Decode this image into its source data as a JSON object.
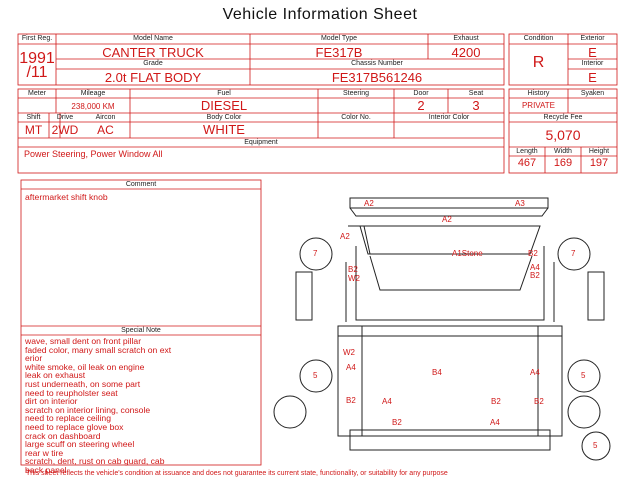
{
  "title": "Vehicle Information Sheet",
  "labels": {
    "first_reg": "First Reg.",
    "model_name": "Model Name",
    "model_type": "Model Type",
    "exhaust": "Exhaust",
    "condition": "Condition",
    "exterior": "Exterior",
    "grade": "Grade",
    "chassis_number": "Chassis Number",
    "interior": "Interior",
    "meter": "Meter",
    "mileage": "Mileage",
    "fuel": "Fuel",
    "steering": "Steering",
    "door": "Door",
    "seat": "Seat",
    "history": "History",
    "syaken": "Syaken",
    "shift": "Shift",
    "drive": "Drive",
    "aircon": "Aircon",
    "body_color": "Body Color",
    "color_no": "Color No.",
    "interior_color": "Interior Color",
    "recycle_fee": "Recycle Fee",
    "equipment": "Equipment",
    "length": "Length",
    "width": "Width",
    "height": "Height",
    "comment": "Comment",
    "special_note": "Special Note"
  },
  "vehicle": {
    "first_reg_line1": "1991",
    "first_reg_line2": "/11",
    "model_name": "CANTER TRUCK",
    "model_type": "FE317B",
    "exhaust": "4200",
    "condition": "R",
    "exterior": "E",
    "grade": "2.0t FLAT BODY",
    "chassis_number": "FE317B561246",
    "interior": "E",
    "meter": "",
    "mileage": "238,000 KM",
    "fuel": "DIESEL",
    "steering": "",
    "door": "2",
    "seat": "3",
    "history": "PRIVATE",
    "syaken": "",
    "shift": "MT",
    "drive": "2WD",
    "aircon": "AC",
    "body_color": "WHITE",
    "color_no": "",
    "interior_color": "",
    "recycle_fee": "5,070",
    "equipment": "Power Steering, Power Window  All",
    "length": "467",
    "width": "169",
    "height": "197"
  },
  "comment": "aftermarket shift knob",
  "special_notes": [
    "wave, small dent on front pillar",
    "faded color, many small scratch on ext",
    "erior",
    "white smoke, oil leak on engine",
    "leak on exhaust",
    "rust underneath, on some part",
    "need to reupholster seat",
    "dirt on interior",
    "scratch on interior lining, console",
    "need to replace ceiling",
    "need to replace glove box",
    "crack on dashboard",
    "large scuff on steering wheel",
    "rear w tire",
    "scratch, dent, rust on cab guard, cab",
    "back panel"
  ],
  "damage_marks": {
    "a2_top_left": "A2",
    "a3_top_right": "A3",
    "a2_top_center": "A2",
    "a2_cab_left": "A2",
    "a1_stone": "A1Stone",
    "b2_cab_right": "B2",
    "a4_cab_right": "A4",
    "b2_cab_right_low": "B2",
    "b2_door_left": "B2",
    "w2_door_left": "W2",
    "w2_side_left": "W2",
    "a4_side_left": "A4",
    "b4_bed_center": "B4",
    "a4_side_right": "A4",
    "b2_rear_left": "B2",
    "a4_rear_left": "A4",
    "b2_rear_center": "B2",
    "b2_rear_right": "B2",
    "b2_bottom_left": "B2",
    "a4_bottom_right": "A4",
    "tire_front_left": "7",
    "tire_front_right": "7",
    "tire_rear_left": "5",
    "tire_rear_right": "5",
    "tire_spare": "5"
  },
  "footer": "This sheet reflects the vehicle's condition at issuance and does not guarantee its current state, functionality, or suitability for any purpose"
}
